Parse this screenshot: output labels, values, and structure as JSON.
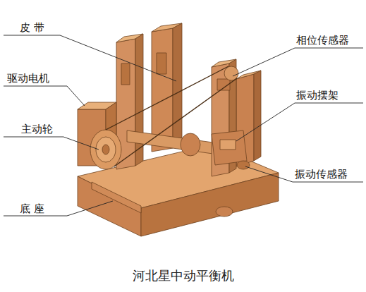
{
  "diagram": {
    "caption": "河北星中动平衡机",
    "labels": [
      "皮 带",
      "驱动电机",
      "主动轮",
      "底 座",
      "相位传感器",
      "振动摆架",
      "振动传感器"
    ]
  }
}
